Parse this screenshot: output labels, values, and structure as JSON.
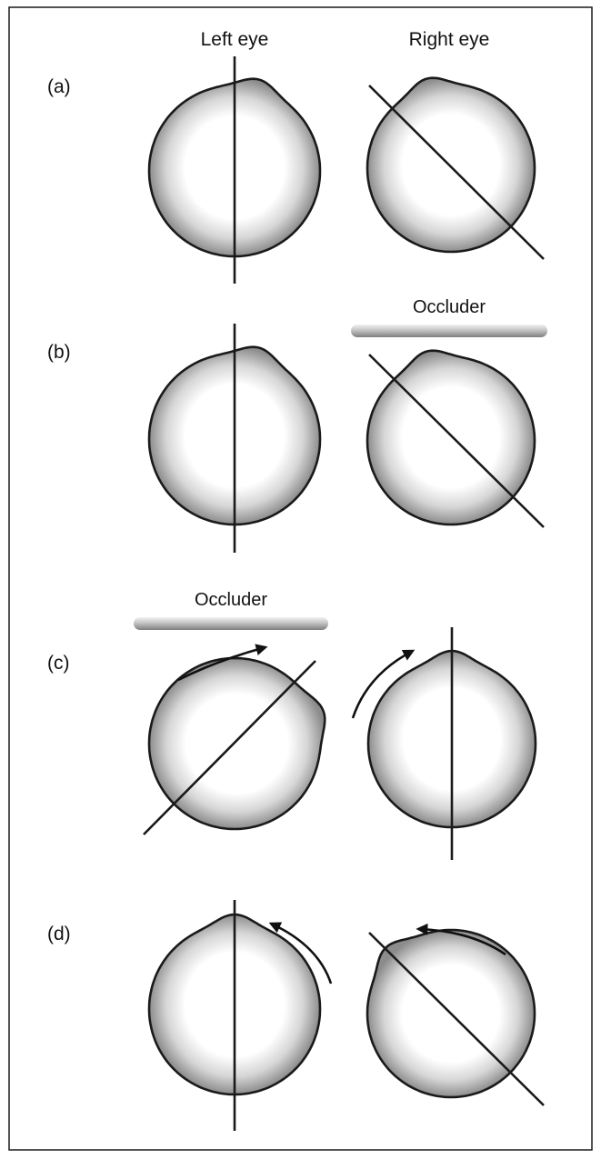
{
  "figure": {
    "column_labels": {
      "left": "Left eye",
      "right": "Right eye"
    },
    "rows": [
      {
        "label": "(a)",
        "occluder": ""
      },
      {
        "label": "(b)",
        "occluder": "Occluder"
      },
      {
        "label": "(c)",
        "occluder": "Occluder"
      },
      {
        "label": "(d)",
        "occluder": ""
      }
    ],
    "colors": {
      "outline": "#1a1a1a",
      "shade_center": "#ffffff",
      "shade_edge": "#8c8c8c",
      "occluder_light": "#ececec",
      "occluder_dark": "#8a8a8a"
    }
  }
}
